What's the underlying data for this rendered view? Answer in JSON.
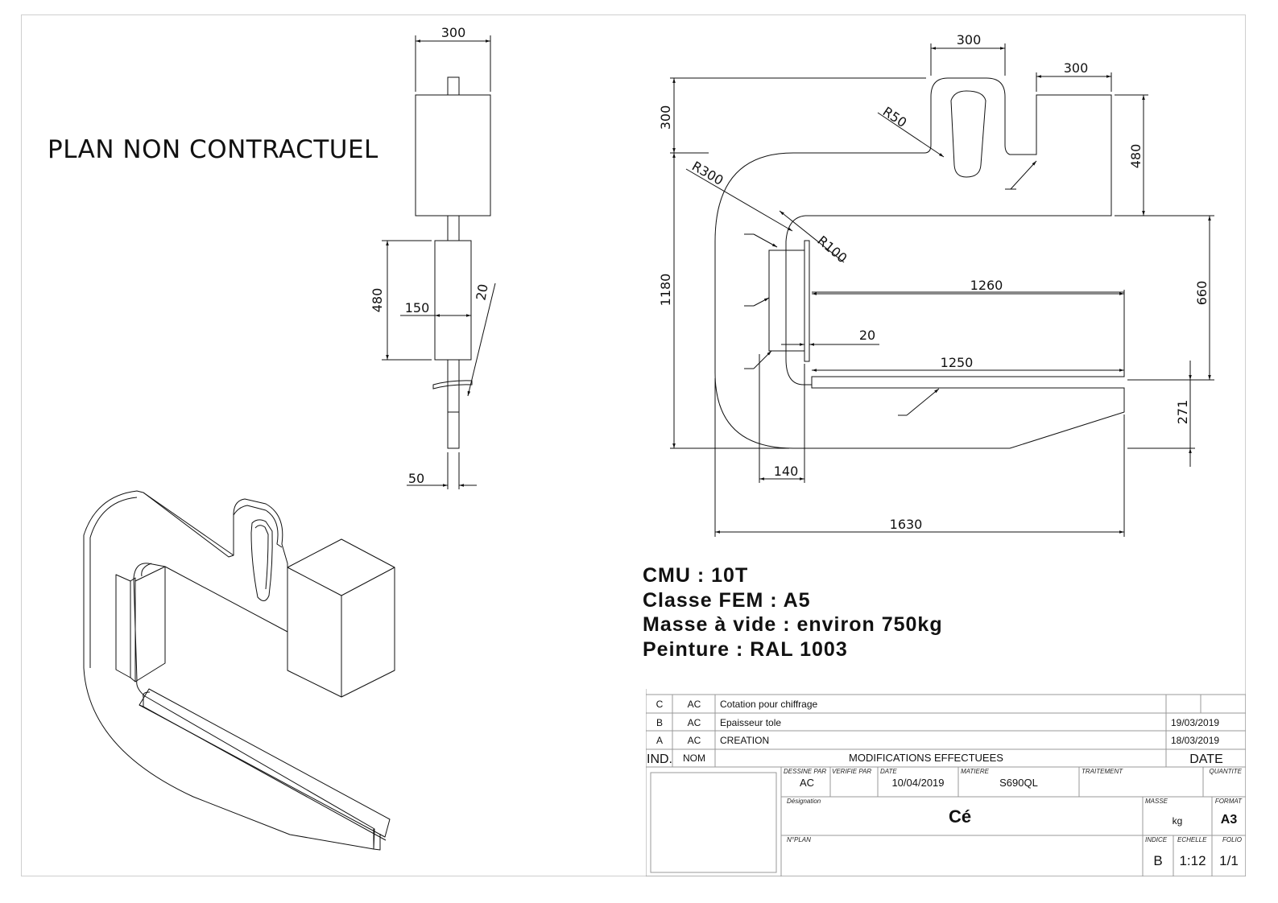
{
  "disclaimer": "PLAN NON CONTRACTUEL",
  "specs": {
    "cmu": "CMU : 10T",
    "classe": "Classe FEM : A5",
    "masse": "Masse à vide : environ 750kg",
    "peinture": "Peinture : RAL 1003"
  },
  "side_view": {
    "dims": {
      "top_width": "300",
      "height_480": "480",
      "width_150": "150",
      "thickness_20": "20",
      "width_50": "50"
    }
  },
  "front_view": {
    "dims": {
      "top_slot_300": "300",
      "right_block_300": "300",
      "left_300": "300",
      "r50": "R50",
      "r300": "R300",
      "r100": "R100",
      "h480": "480",
      "h1180": "1180",
      "h660": "660",
      "l1260": "1260",
      "t20": "20",
      "l1250": "1250",
      "h271": "271",
      "w140": "140",
      "l1630": "1630"
    }
  },
  "title_block": {
    "revisions": [
      {
        "ind": "C",
        "nom": "AC",
        "modif": "Cotation pour chiffrage",
        "date": ""
      },
      {
        "ind": "B",
        "nom": "AC",
        "modif": "Epaisseur tole",
        "date": "19/03/2019"
      },
      {
        "ind": "A",
        "nom": "AC",
        "modif": "CREATION",
        "date": "18/03/2019"
      }
    ],
    "header": {
      "ind": "IND.",
      "nom": "NOM",
      "modif": "MODIFICATIONS EFFECTUEES",
      "date": "DATE"
    },
    "labels": {
      "dessine_par": "DESSINE PAR",
      "verifie_par": "VERIFIE PAR",
      "date": "DATE",
      "matiere": "MATIERE",
      "traitement": "TRAITEMENT",
      "quantite": "QUANTITE",
      "designation": "Désignation",
      "masse": "MASSE",
      "format": "FORMAT",
      "nplan": "N°PLAN",
      "indice": "INDICE",
      "echelle": "ECHELLE",
      "folio": "FOLIO"
    },
    "values": {
      "dessine_par": "AC",
      "date": "10/04/2019",
      "matiere": "S690QL",
      "designation": "Cé",
      "masse_unit": "kg",
      "format": "A3",
      "indice": "B",
      "echelle": "1:12",
      "folio": "1/1"
    }
  }
}
